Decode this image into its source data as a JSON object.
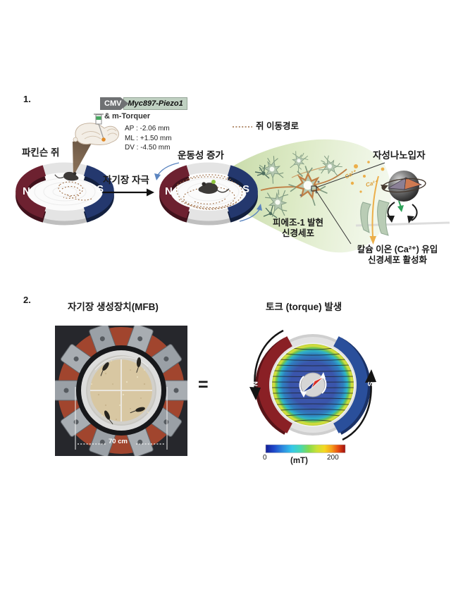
{
  "figure": {
    "panel1": {
      "number": "1.",
      "construct": {
        "promoter": "CMV",
        "gene": "Myc897-Piezo1",
        "particle": "& m-Torquer",
        "ap": "AP : -2.06 mm",
        "ml": "ML : +1.50 mm",
        "dv": "DV : -4.50 mm"
      },
      "labels": {
        "parkinson_mouse": "파킨슨 쥐",
        "magnetic_stimulation": "자기장 자극",
        "motility_increase": "운동성 증가",
        "mouse_path_legend": "쥐 이동경로",
        "magnetic_nanoparticle": "자성나노입자",
        "piezo_neuron_line1": "피에조-1 발현",
        "piezo_neuron_line2": "신경세포",
        "calcium_line1": "칼슘 이온 (Ca²⁺) 유입",
        "calcium_line2": "신경세포 활성화",
        "ca_ion": "Ca²⁺"
      },
      "magnets": {
        "north": "N",
        "south": "S"
      }
    },
    "panel2": {
      "number": "2.",
      "mfb_title": "자기장 생성장치(MFB)",
      "torque_title": "토크 (torque) 발생",
      "equals_sign": "=",
      "arena_scale": "70 cm",
      "magnets": {
        "north": "N",
        "south": "S"
      },
      "colorbar": {
        "min": "0",
        "max": "200",
        "unit": "(mT)"
      }
    },
    "colors": {
      "magnet_north_red": "#6d2130",
      "magnet_south_blue": "#24386e",
      "torque_north_red": "#8a2025",
      "torque_south_blue": "#2a4f9b",
      "mouse_trail_brown": "#9c6b42",
      "beam_green": "#dcebcc",
      "calcium_orange": "#ecaf4a",
      "field_map_blue": "#3d56aa"
    }
  }
}
